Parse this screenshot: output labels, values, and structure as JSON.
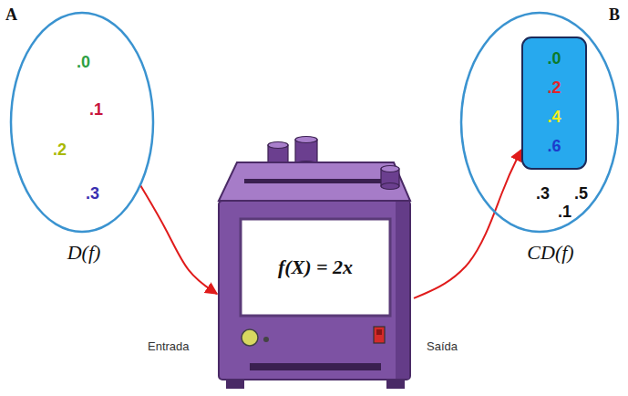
{
  "diagram": {
    "nodes": [
      {
        "text": [
          "A",
          ".0",
          ".1",
          ".2",
          ".3",
          "D(f)"
        ]
      },
      {
        "text": [
          "f(X) = 2x"
        ]
      },
      {
        "text": [
          "B",
          ".3",
          ".5",
          ".1",
          "CD(f)"
        ]
      },
      {
        "text": [
          ".0",
          ".2",
          ".4",
          ".6"
        ],
        "in": 2
      }
    ],
    "edges": [
      {
        "from": 0,
        "to": 1,
        "arrow": "to",
        "label": "Entrada"
      },
      {
        "from": 1,
        "to": 3,
        "arrow": "to",
        "label": "Saída"
      }
    ]
  }
}
